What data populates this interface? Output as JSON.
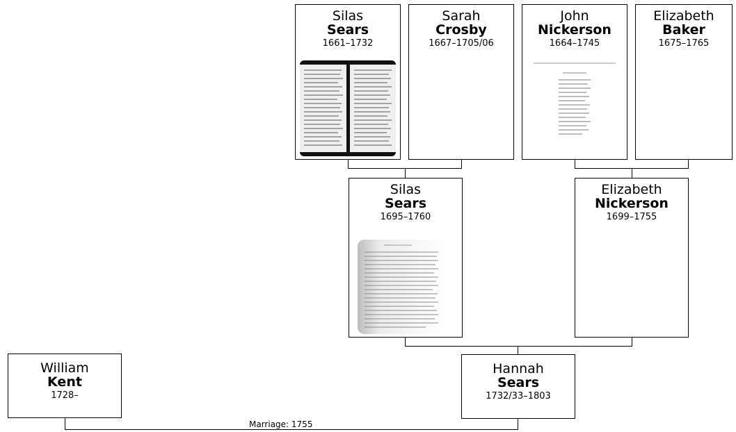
{
  "tree": {
    "great_grandparents": [
      {
        "first": "Silas",
        "last": "Sears",
        "dates": "1661–1732",
        "photo": "scanned-document"
      },
      {
        "first": "Sarah",
        "last": "Crosby",
        "dates": "1667–1705/06"
      },
      {
        "first": "John",
        "last": "Nickerson",
        "dates": "1664–1745",
        "photo": "scanned-document"
      },
      {
        "first": "Elizabeth",
        "last": "Baker",
        "dates": "1675–1765"
      }
    ],
    "grandparents": [
      {
        "first": "Silas",
        "last": "Sears",
        "dates": "1695–1760",
        "photo": "scanned-book-page"
      },
      {
        "first": "Elizabeth",
        "last": "Nickerson",
        "dates": "1699–1755"
      }
    ],
    "couple": [
      {
        "first": "William",
        "last": "Kent",
        "dates": "1728–"
      },
      {
        "first": "Hannah",
        "last": "Sears",
        "dates": "1732/33–1803"
      }
    ],
    "marriage_label": "Marriage: 1755"
  }
}
